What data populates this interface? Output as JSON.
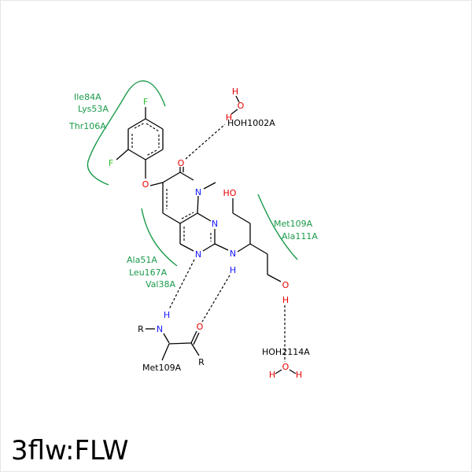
{
  "title": "3flw:FLW",
  "colors": {
    "carbon": "#000000",
    "nitrogen": "#1a1aff",
    "oxygen": "#e60000",
    "fluorine": "#2fbf2f",
    "residue": "#1a9a4a",
    "bond": "#000000"
  },
  "atoms": {
    "F_top": "F",
    "F_left": "F",
    "O_ether": "O",
    "O_carbonyl": "O",
    "N_methyl": "N",
    "N_pyr1": "N",
    "N_pyr2": "N",
    "N_amine": "N",
    "H_amine": "H",
    "HO_top": "HO",
    "O_bottom": "O",
    "H_bottom": "H",
    "water1_H1": "H",
    "water1_O": "O",
    "water1_H2": "H",
    "water2_O": "O",
    "water2_H1": "H",
    "water2_H2": "H",
    "res_N": "N",
    "res_H": "H",
    "res_R1": "R",
    "res_O": "O",
    "res_R2": "R"
  },
  "labels": {
    "hoh1002": "HOH1002A",
    "hoh2114": "HOH2114A",
    "met109_res": "Met109A"
  },
  "residues": {
    "ile84": "Ile84A",
    "lys53": "Lys53A",
    "thr106": "Thr106A",
    "ala51": "Ala51A",
    "leu167": "Leu167A",
    "val38": "Val38A",
    "met109": "Met109A",
    "ala111": "Ala111A"
  }
}
